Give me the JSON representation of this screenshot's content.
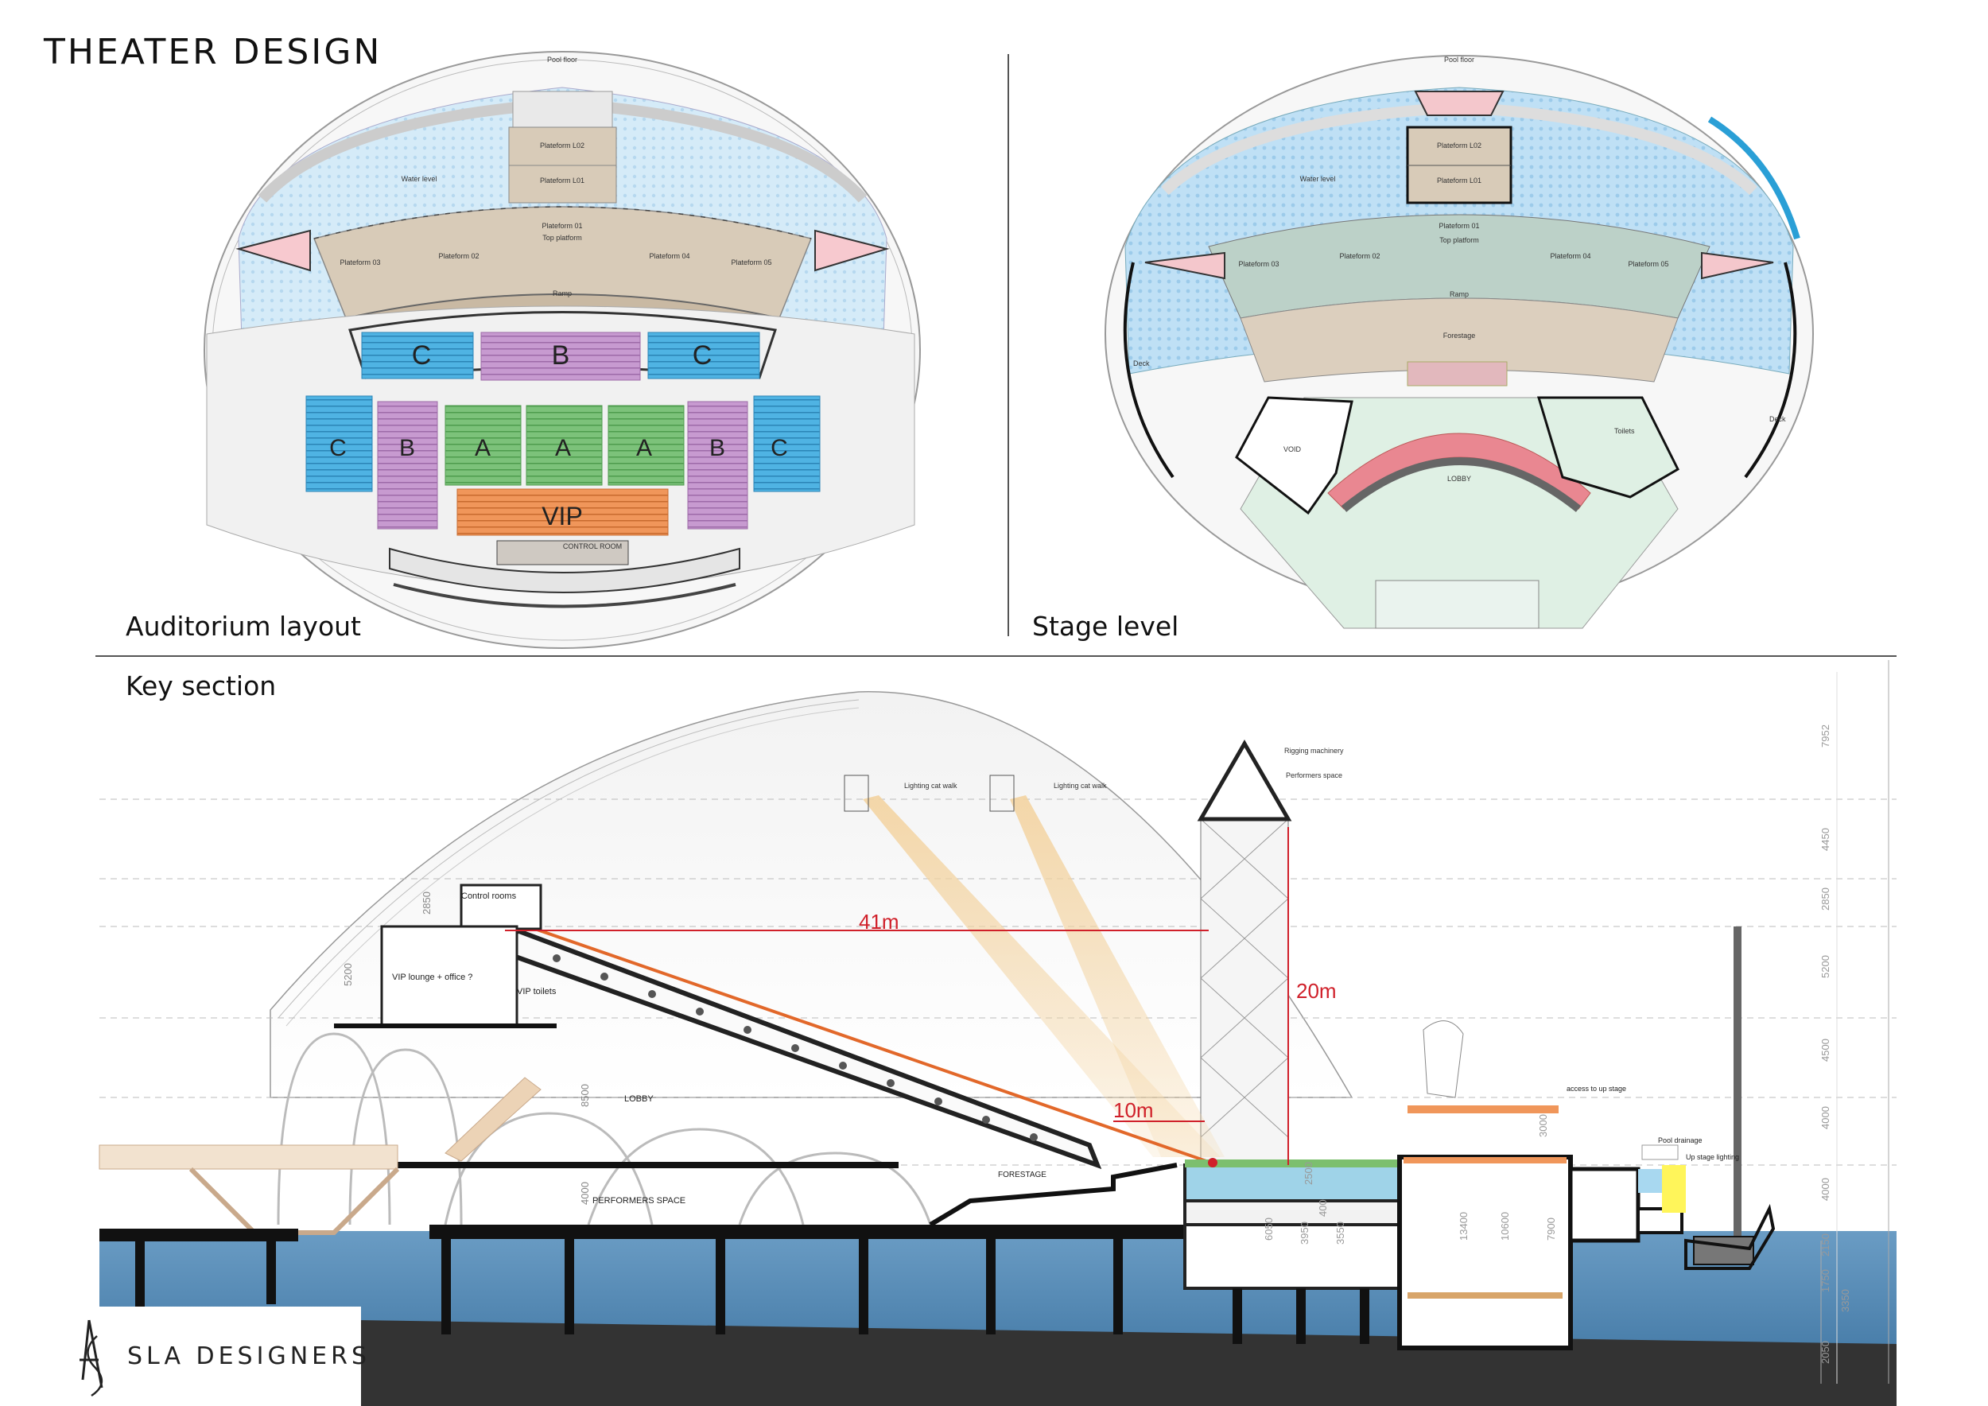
{
  "page": {
    "title": "THEATER DESIGN"
  },
  "panels": {
    "auditorium": "Auditorium layout",
    "stage": "Stage level",
    "section": "Key section"
  },
  "auditorium": {
    "pool_floor": "Pool floor",
    "water_level": "Water level",
    "platform_l02": "Plateform L02",
    "platform_l01": "Plateform L01",
    "platform_01": "Plateform 01",
    "platform_02": "Plateform 02",
    "platform_03": "Plateform 03",
    "platform_04": "Plateform 04",
    "platform_05": "Plateform 05",
    "top_platform": "Top platform",
    "ramp": "Ramp",
    "control_room": "CONTROL ROOM",
    "seat_blocks": [
      "C",
      "B",
      "C",
      "C",
      "B",
      "A",
      "A",
      "A",
      "B",
      "C",
      "VIP"
    ]
  },
  "stage": {
    "pool_floor": "Pool floor",
    "water_level": "Water level",
    "platform_l02": "Plateform L02",
    "platform_l01": "Plateform L01",
    "platform_01": "Plateform 01",
    "platform_02": "Plateform 02",
    "platform_03": "Plateform 03",
    "platform_04": "Plateform 04",
    "platform_05": "Plateform 05",
    "top_platform": "Top platform",
    "ramp": "Ramp",
    "forestage": "Forestage",
    "deck_left": "Deck",
    "deck_right": "Deck",
    "void": "VOID",
    "toilets": "Toilets",
    "lobby": "LOBBY"
  },
  "section": {
    "rigging": "Rigging machinery",
    "performers_space_top": "Performers space",
    "catwalk_1": "Lighting cat walk",
    "catwalk_2": "Lighting cat walk",
    "control_rooms": "Control rooms",
    "vip_lounge": "VIP lounge + office ?",
    "vip_toilets": "VIP toilets",
    "lobby": "LOBBY",
    "forestage": "FORESTAGE",
    "performers_space": "PERFORMERS SPACE",
    "access": "access to up stage",
    "pool_drainage": "Pool drainage",
    "up_stage_lighting": "Up stage lighting",
    "dim_41": "41m",
    "dim_20": "20m",
    "dim_10": "10m",
    "dims_left": [
      "2850",
      "5200",
      "8500",
      "4000"
    ],
    "dims_right": [
      "7952",
      "4450",
      "2850",
      "5200",
      "4500",
      "4000",
      "4000",
      "2150",
      "1750",
      "3350",
      "2050"
    ],
    "dims_pit": [
      "6050",
      "3950",
      "3550",
      "400",
      "2500",
      "13400",
      "10600",
      "7900",
      "3000"
    ]
  },
  "brand": {
    "name": "SLA DESIGNERS"
  },
  "colors": {
    "seat_a": "#7cc27a",
    "seat_b": "#c79ad0",
    "seat_c": "#4fb3e3",
    "seat_vip": "#f0965a",
    "platform": "#d8cbb8",
    "water": "#cfe6f6",
    "sea": "#4f86b0",
    "dimension_red": "#d0202a"
  }
}
